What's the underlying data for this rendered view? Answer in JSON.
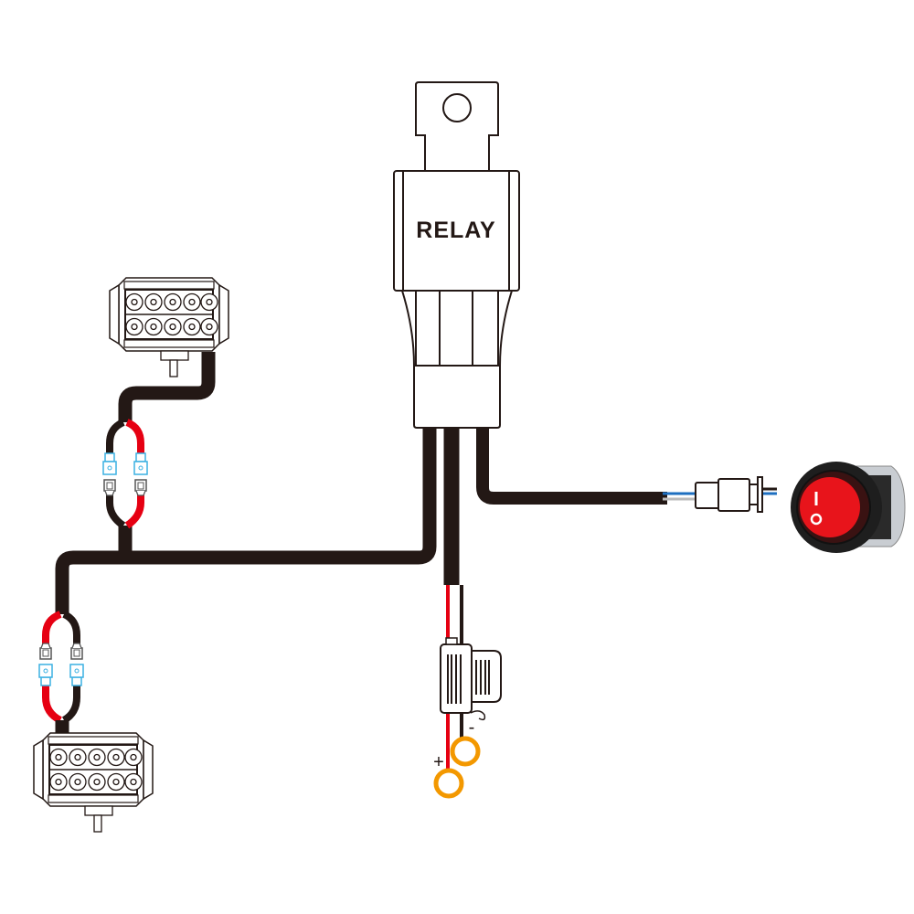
{
  "relay": {
    "label": "RELAY"
  },
  "battery": {
    "positive_label": "+",
    "negative_label": "-"
  },
  "switch": {
    "on_symbol": "I",
    "off_symbol": "O"
  },
  "colors": {
    "wire_black": "#231815",
    "wire_red": "#e60012",
    "ring_terminal": "#f39800",
    "connector_blue": "#3ab0e2",
    "switch_red": "#e8141b",
    "wire_blue": "#1e6fc0"
  },
  "components": [
    "relay",
    "light-bar",
    "light-bar",
    "fuse-holder",
    "rocker-switch",
    "ring-terminal",
    "ring-terminal"
  ]
}
